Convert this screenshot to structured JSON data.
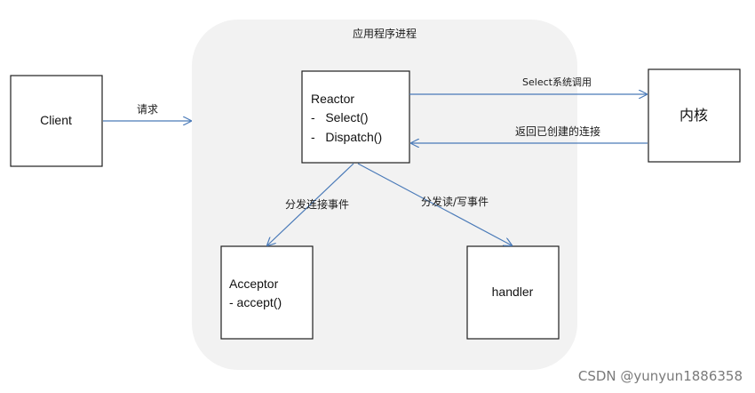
{
  "process_label": "应用程序进程",
  "nodes": {
    "client": {
      "label": "Client"
    },
    "reactor": {
      "title": "Reactor",
      "methods": [
        "-   Select()",
        "-   Dispatch()"
      ]
    },
    "kernel": {
      "label": "内核"
    },
    "acceptor": {
      "title": "Acceptor",
      "methods": [
        "- accept()"
      ]
    },
    "handler": {
      "label": "handler"
    }
  },
  "edges": {
    "request": "请求",
    "select_call": "Select系统调用",
    "return_conn": "返回已创建的连接",
    "dispatch_conn": "分发连接事件",
    "dispatch_rw": "分发读/写事件"
  },
  "watermark": "CSDN @yunyun1886358",
  "colors": {
    "arrow": "#4a7ab8",
    "process_bg": "#f2f2f2",
    "box_border": "#1f1f1f"
  }
}
